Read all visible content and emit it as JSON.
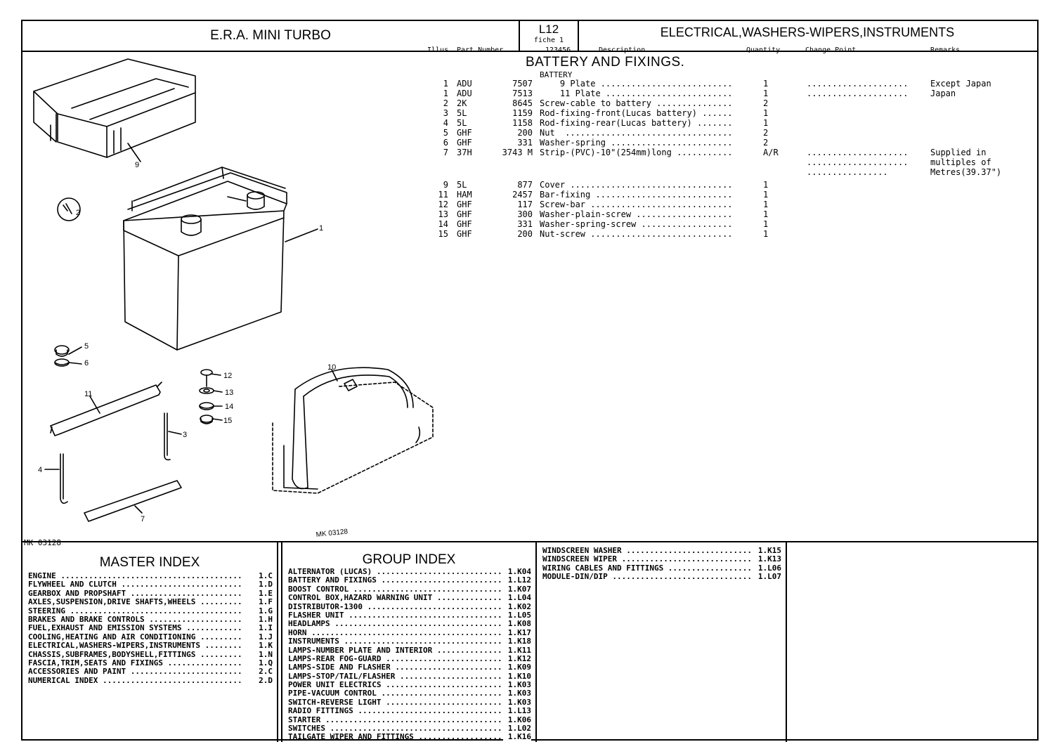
{
  "header": {
    "title": "E.R.A. MINI TURBO",
    "page": "L12",
    "fiche": "fiche  1",
    "group": "ELECTRICAL,WASHERS-WIPERS,INSTRUMENTS"
  },
  "columns": {
    "illus": "Illus",
    "part_number": "Part Number",
    "code": "123456",
    "description": "Description",
    "quantity": "Quantity",
    "change_point": "Change Point",
    "remarks": "Remarks"
  },
  "section": {
    "title": "BATTERY AND FIXINGS.",
    "subtitle": "BATTERY"
  },
  "parts": [
    {
      "illus": "1",
      "prefix": "ADU",
      "number": "7507",
      "desc": "    9 Plate ..........................",
      "qty": "1",
      "change": "....................",
      "remarks": "Except Japan"
    },
    {
      "illus": "1",
      "prefix": "ADU",
      "number": "7513",
      "desc": "    11 Plate .........................",
      "qty": "1",
      "change": "....................",
      "remarks": "Japan"
    },
    {
      "illus": "2",
      "prefix": "2K",
      "number": "8645",
      "desc": "Screw-cable to battery ...............",
      "qty": "2",
      "change": "",
      "remarks": ""
    },
    {
      "illus": "3",
      "prefix": "5L",
      "number": "1159",
      "desc": "Rod-fixing-front(Lucas battery) ......",
      "qty": "1",
      "change": "",
      "remarks": ""
    },
    {
      "illus": "4",
      "prefix": "5L",
      "number": "1158",
      "desc": "Rod-fixing-rear(Lucas battery) .......",
      "qty": "1",
      "change": "",
      "remarks": ""
    },
    {
      "illus": "5",
      "prefix": "GHF",
      "number": "200",
      "desc": "Nut  .................................",
      "qty": "2",
      "change": "",
      "remarks": ""
    },
    {
      "illus": "6",
      "prefix": "GHF",
      "number": "331",
      "desc": "Washer-spring ........................",
      "qty": "2",
      "change": "",
      "remarks": ""
    },
    {
      "illus": "7",
      "prefix": "37H",
      "number": "3743 M",
      "desc": "Strip-(PVC)-10\"(254mm)long ...........",
      "qty": "A/R",
      "change": "....................",
      "remarks": "Supplied in"
    },
    {
      "illus": "",
      "prefix": "",
      "number": "",
      "desc": "",
      "qty": "",
      "change": "....................",
      "remarks": "multiples of"
    },
    {
      "illus": "",
      "prefix": "",
      "number": "",
      "desc": "",
      "qty": "",
      "change": "................",
      "remarks": "Metres(39.37\")"
    },
    {
      "illus": "9",
      "prefix": "5L",
      "number": "877",
      "desc": "Cover ................................",
      "qty": "1",
      "change": "",
      "remarks": ""
    },
    {
      "illus": "11",
      "prefix": "HAM",
      "number": "2457",
      "desc": "Bar-fixing ...........................",
      "qty": "1",
      "change": "",
      "remarks": ""
    },
    {
      "illus": "12",
      "prefix": "GHF",
      "number": "117",
      "desc": "Screw-bar ............................",
      "qty": "1",
      "change": "",
      "remarks": ""
    },
    {
      "illus": "13",
      "prefix": "GHF",
      "number": "300",
      "desc": "Washer-plain-screw ...................",
      "qty": "1",
      "change": "",
      "remarks": ""
    },
    {
      "illus": "14",
      "prefix": "GHF",
      "number": "331",
      "desc": "Washer-spring-screw ..................",
      "qty": "1",
      "change": "",
      "remarks": ""
    },
    {
      "illus": "15",
      "prefix": "GHF",
      "number": "200",
      "desc": "Nut-screw ............................",
      "qty": "1",
      "change": "",
      "remarks": ""
    }
  ],
  "diagram": {
    "ref_bottom": "MK 03128",
    "ref_inner": "MK 03128",
    "callouts": [
      "9",
      "2",
      "1",
      "5",
      "6",
      "12",
      "13",
      "14",
      "15",
      "11",
      "3",
      "4",
      "7",
      "10"
    ]
  },
  "master_index": {
    "title": "MASTER INDEX",
    "items": [
      {
        "label": "ENGINE",
        "ref": "1.C"
      },
      {
        "label": "FLYWHEEL AND CLUTCH",
        "ref": "1.D"
      },
      {
        "label": "GEARBOX AND PROPSHAFT",
        "ref": "1.E"
      },
      {
        "label": "AXLES,SUSPENSION,DRIVE SHAFTS,WHEELS",
        "ref": "1.F"
      },
      {
        "label": "STEERING",
        "ref": "1.G"
      },
      {
        "label": "BRAKES AND BRAKE CONTROLS",
        "ref": "1.H"
      },
      {
        "label": "FUEL,EXHAUST AND EMISSION SYSTEMS",
        "ref": "1.I"
      },
      {
        "label": "COOLING,HEATING AND AIR CONDITIONING",
        "ref": "1.J"
      },
      {
        "label": "ELECTRICAL,WASHERS-WIPERS,INSTRUMENTS",
        "ref": "1.K"
      },
      {
        "label": "CHASSIS,SUBFRAMES,BODYSHELL,FITTINGS",
        "ref": "1.N"
      },
      {
        "label": "FASCIA,TRIM,SEATS AND FIXINGS",
        "ref": "1.Q"
      },
      {
        "label": "ACCESSORIES AND PAINT",
        "ref": "2.C"
      },
      {
        "label": "NUMERICAL INDEX",
        "ref": "2.D"
      }
    ]
  },
  "group_index": {
    "title": "GROUP INDEX",
    "items": [
      {
        "label": "ALTERNATOR (LUCAS)",
        "ref": "1.K04"
      },
      {
        "label": "BATTERY AND FIXINGS",
        "ref": "1.L12"
      },
      {
        "label": "BOOST CONTROL",
        "ref": "1.K07"
      },
      {
        "label": "CONTROL BOX,HAZARD WARNING UNIT",
        "ref": "1.L04"
      },
      {
        "label": "DISTRIBUTOR-1300",
        "ref": "1.K02"
      },
      {
        "label": "FLASHER UNIT",
        "ref": "1.L05"
      },
      {
        "label": "HEADLAMPS",
        "ref": "1.K08"
      },
      {
        "label": "HORN",
        "ref": "1.K17"
      },
      {
        "label": "INSTRUMENTS",
        "ref": "1.K18"
      },
      {
        "label": "LAMPS-NUMBER PLATE AND INTERIOR",
        "ref": "1.K11"
      },
      {
        "label": "LAMPS-REAR FOG-GUARD",
        "ref": "1.K12"
      },
      {
        "label": "LAMPS-SIDE AND FLASHER",
        "ref": "1.K09"
      },
      {
        "label": "LAMPS-STOP/TAIL/FLASHER",
        "ref": "1.K10"
      },
      {
        "label": "POWER UNIT ELECTRICS",
        "ref": "1.K03"
      },
      {
        "label": " PIPE-VACUUM CONTROL",
        "ref": "1.K03"
      },
      {
        "label": " SWITCH-REVERSE LIGHT",
        "ref": "1.K03"
      },
      {
        "label": "RADIO FITTINGS",
        "ref": "1.L13"
      },
      {
        "label": "STARTER",
        "ref": "1.K06"
      },
      {
        "label": "SWITCHES",
        "ref": "1.L02"
      },
      {
        "label": "TAILGATE WIPER AND FITTINGS",
        "ref": "1.K16"
      }
    ]
  },
  "more_index": {
    "items": [
      {
        "label": "WINDSCREEN WASHER",
        "ref": "1.K15"
      },
      {
        "label": "WINDSCREEN WIPER",
        "ref": "1.K13"
      },
      {
        "label": "WIRING CABLES AND FITTINGS",
        "ref": "1.L06"
      },
      {
        "label": " MODULE-DIN/DIP",
        "ref": "1.L07"
      }
    ]
  }
}
